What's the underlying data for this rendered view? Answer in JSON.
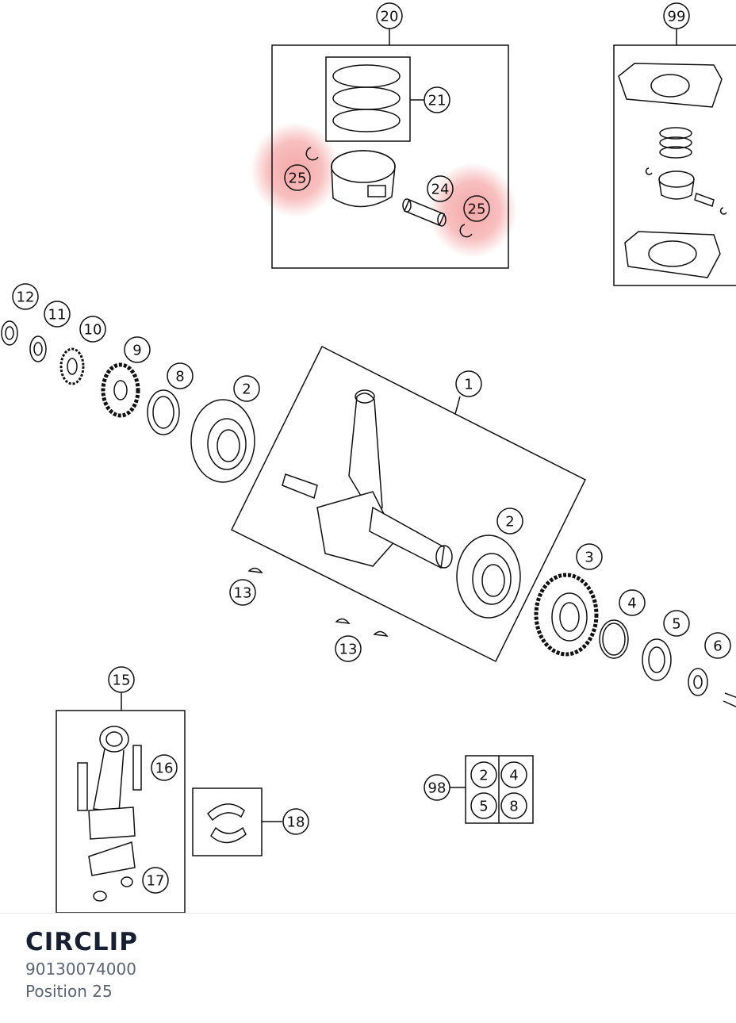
{
  "diagram": {
    "callouts": [
      "20",
      "99",
      "21",
      "25",
      "24",
      "25",
      "12",
      "11",
      "10",
      "9",
      "8",
      "2",
      "1",
      "2",
      "3",
      "4",
      "5",
      "6",
      "13",
      "13",
      "15",
      "16",
      "18",
      "98",
      "2",
      "4",
      "5",
      "8",
      "17"
    ],
    "highlight_color": "#f28a8a"
  },
  "footer": {
    "part_name": "CIRCLIP",
    "part_number": "90130074000",
    "position_label": "Position 25"
  }
}
